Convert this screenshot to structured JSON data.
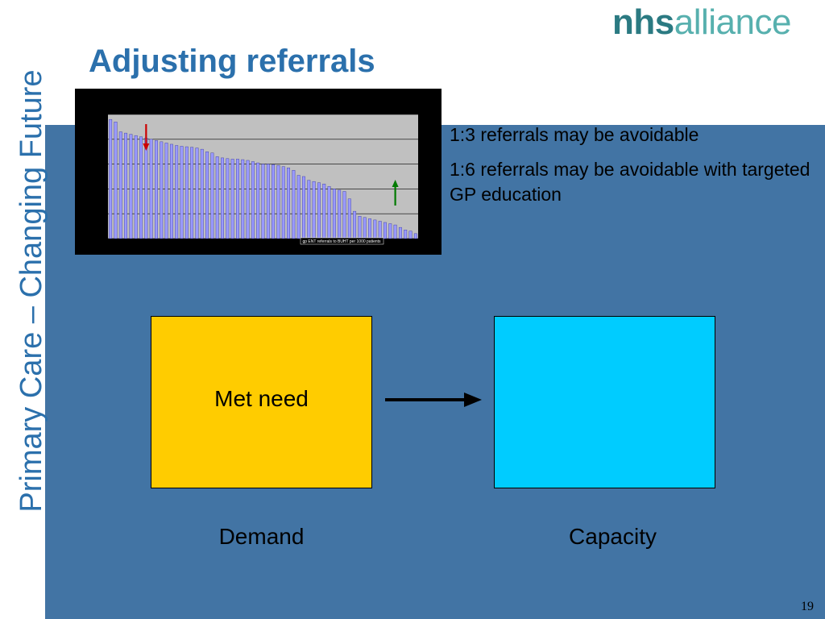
{
  "sidebar": {
    "text": "Primary Care – Changing Future"
  },
  "logo": {
    "nhs": "nhs",
    "alliance": "alliance",
    "nhs_color": "#2b7a82",
    "alliance_color": "#57b0ae"
  },
  "slide": {
    "title": "Adjusting referrals",
    "points": [
      "1:3 referrals may be avoidable",
      "1:6 referrals may be avoidable with targeted GP education"
    ],
    "box_left_label": "Met need",
    "demand_label": "Demand",
    "capacity_label": "Capacity",
    "page_number": "19"
  },
  "chart_data": {
    "type": "bar",
    "caption": "gp ENT referrals to BUHT per 1000 patients",
    "ylim": [
      0,
      5
    ],
    "grid": true,
    "values": [
      4.8,
      4.7,
      4.3,
      4.25,
      4.2,
      4.15,
      4.1,
      4.05,
      4.0,
      3.95,
      3.9,
      3.85,
      3.8,
      3.75,
      3.72,
      3.7,
      3.68,
      3.65,
      3.6,
      3.5,
      3.45,
      3.3,
      3.25,
      3.22,
      3.2,
      3.2,
      3.18,
      3.15,
      3.1,
      3.05,
      3.0,
      3.0,
      2.98,
      2.95,
      2.9,
      2.85,
      2.75,
      2.55,
      2.5,
      2.35,
      2.3,
      2.25,
      2.2,
      2.1,
      2.0,
      1.95,
      1.9,
      1.6,
      1.1,
      0.9,
      0.85,
      0.8,
      0.75,
      0.7,
      0.65,
      0.6,
      0.55,
      0.45,
      0.35,
      0.3,
      0.2
    ],
    "annotations": [
      {
        "type": "arrow-down",
        "color": "#cc0000",
        "at_index": 7
      },
      {
        "type": "arrow-up",
        "color": "#007a00",
        "at_index": 56
      }
    ]
  }
}
